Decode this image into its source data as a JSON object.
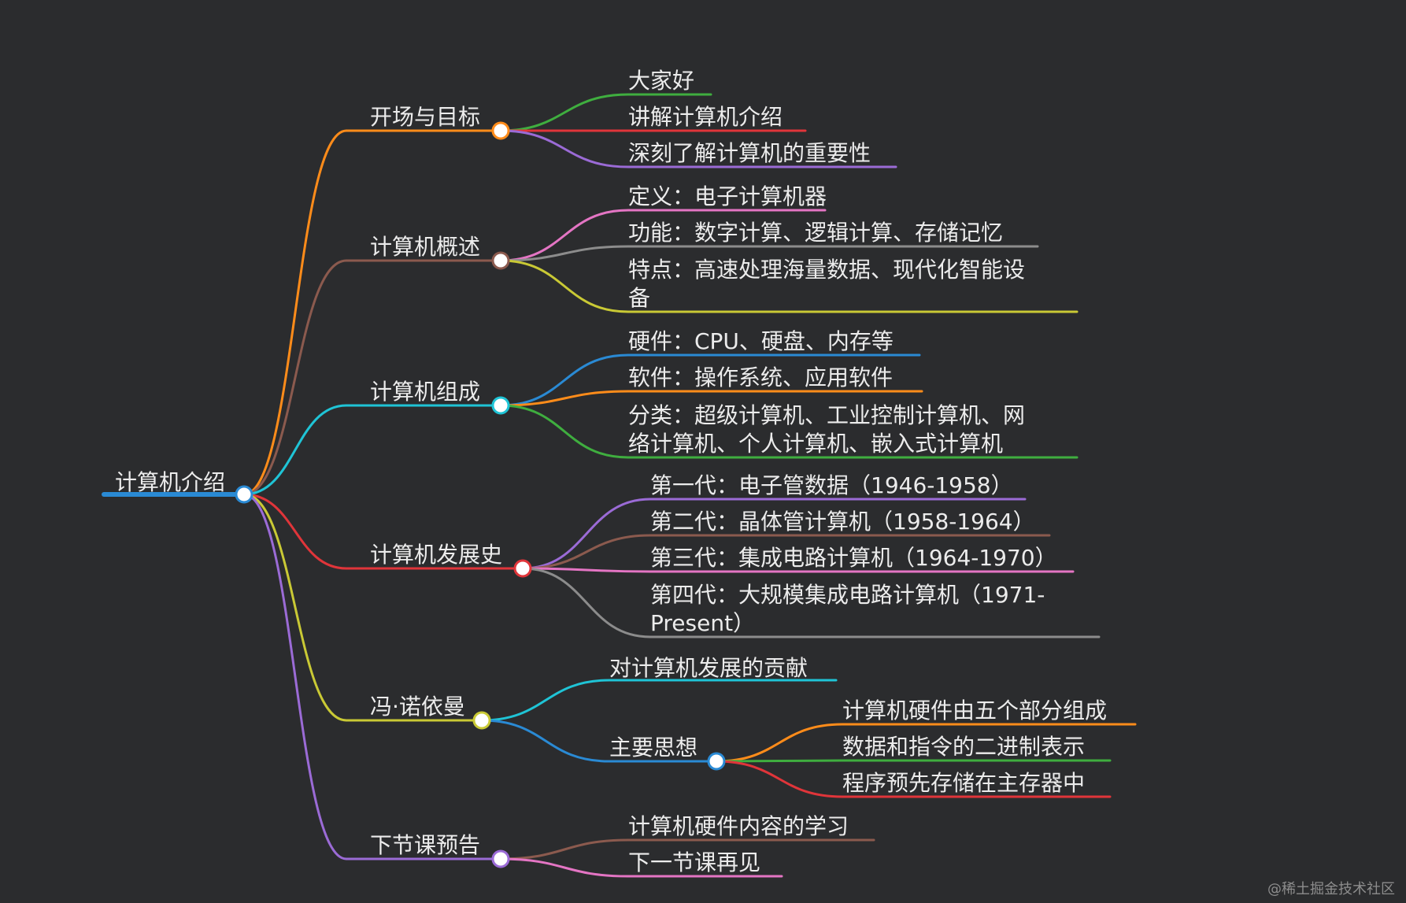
{
  "root": {
    "label": "计算机介绍",
    "color": "#2a8ad4"
  },
  "branches": [
    {
      "label": "开场与目标",
      "color": "#ff8c1a",
      "children": [
        {
          "label": "大家好",
          "color": "#3fae3f"
        },
        {
          "label": "讲解计算机介绍",
          "color": "#e0353a"
        },
        {
          "label": "深刻了解计算机的重要性",
          "color": "#9b6bd6"
        }
      ]
    },
    {
      "label": "计算机概述",
      "color": "#8b5a4e",
      "children": [
        {
          "label": "定义：电子计算机器",
          "color": "#e475c4"
        },
        {
          "label": "功能：数字计算、逻辑计算、存储记忆",
          "color": "#8c8c8c"
        },
        {
          "label": "特点：高速处理海量数据、现代化智能设备",
          "lines": [
            "特点：高速处理海量数据、现代化智能设",
            "备"
          ],
          "color": "#c9c935"
        }
      ]
    },
    {
      "label": "计算机组成",
      "color": "#1fc4d6",
      "children": [
        {
          "label": "硬件：CPU、硬盘、内存等",
          "color": "#2a8ad4"
        },
        {
          "label": "软件：操作系统、应用软件",
          "color": "#ff8c1a"
        },
        {
          "label": "分类：超级计算机、工业控制计算机、网络计算机、个人计算机、嵌入式计算机",
          "lines": [
            "分类：超级计算机、工业控制计算机、网",
            "络计算机、个人计算机、嵌入式计算机"
          ],
          "color": "#3fae3f"
        }
      ]
    },
    {
      "label": "计算机发展史",
      "color": "#e0353a",
      "children": [
        {
          "label": "第一代：电子管数据（1946-1958）",
          "color": "#9b6bd6"
        },
        {
          "label": "第二代：晶体管计算机（1958-1964）",
          "color": "#8b5a4e"
        },
        {
          "label": "第三代：集成电路计算机（1964-1970）",
          "color": "#e475c4"
        },
        {
          "label": "第四代：大规模集成电路计算机（1971-Present）",
          "lines": [
            "第四代：大规模集成电路计算机（1971-",
            "Present）"
          ],
          "color": "#8c8c8c"
        }
      ]
    },
    {
      "label": "冯·诺依曼",
      "color": "#c9c935",
      "children": [
        {
          "label": "对计算机发展的贡献",
          "color": "#1fc4d6"
        },
        {
          "label": "主要思想",
          "color": "#2a8ad4",
          "children": [
            {
              "label": "计算机硬件由五个部分组成",
              "color": "#ff8c1a"
            },
            {
              "label": "数据和指令的二进制表示",
              "color": "#3fae3f"
            },
            {
              "label": "程序预先存储在主存器中",
              "color": "#e0353a"
            }
          ]
        }
      ]
    },
    {
      "label": "下节课预告",
      "color": "#9b6bd6",
      "children": [
        {
          "label": "计算机硬件内容的学习",
          "color": "#8b5a4e"
        },
        {
          "label": "下一节课再见",
          "color": "#e475c4"
        }
      ]
    }
  ],
  "watermark": "@稀土掘金技术社区"
}
